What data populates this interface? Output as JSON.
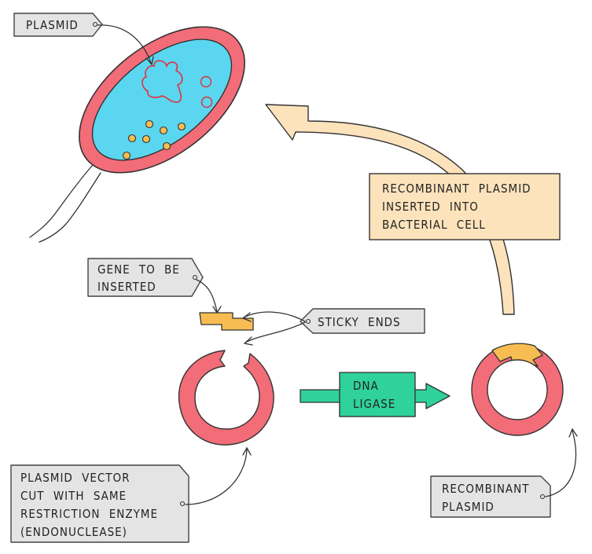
{
  "labels": {
    "plasmid": "PLASMID",
    "recombinant_inserted": [
      "RECOMBINANT  PLASMID",
      "INSERTED  INTO",
      "BACTERIAL  CELL"
    ],
    "gene_to_be_inserted": [
      "GENE  TO  BE",
      "INSERTED"
    ],
    "sticky_ends": "STICKY  ENDS",
    "dna_ligase": [
      "DNA",
      "LIGASE"
    ],
    "plasmid_vector": [
      "PLASMID  VECTOR",
      "CUT  WITH  SAME",
      "RESTRICTION  ENZYME",
      "(ENDONUCLEASE)"
    ],
    "recombinant_plasmid": [
      "RECOMBINANT",
      "PLASMID"
    ]
  },
  "colors": {
    "plasmid_ring": "#f26d78",
    "cytoplasm": "#5bd6f0",
    "gene_insert": "#f7bd52",
    "ligase_arrow": "#2ed29a",
    "process_arrow": "#fde3bc",
    "tag_fill": "#e4e4e4"
  }
}
